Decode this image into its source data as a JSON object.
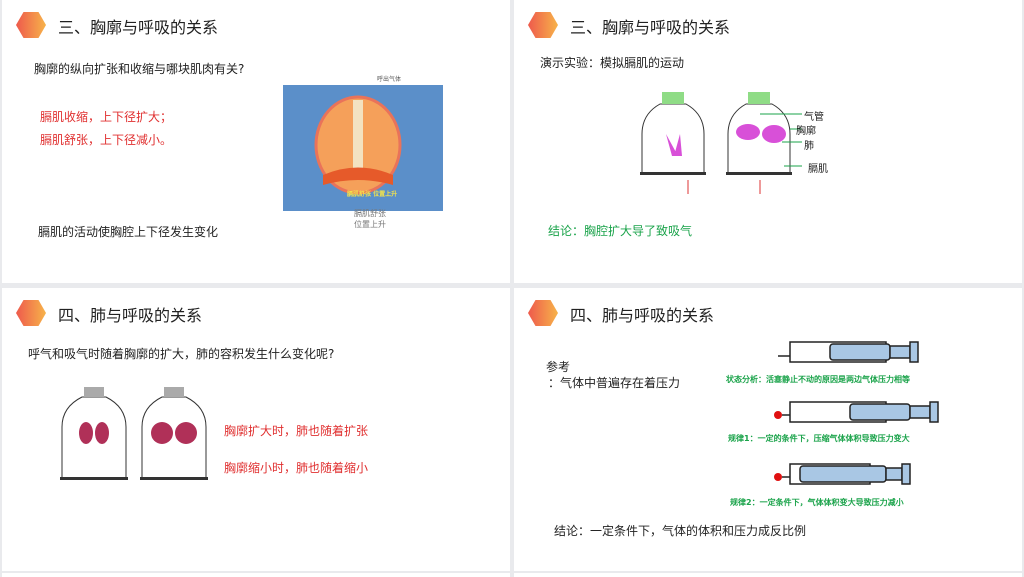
{
  "slides": [
    {
      "title": "三、胸廓与呼吸的关系",
      "question": "胸廓的纵向扩张和收缩与哪块肌肉有关?",
      "points": [
        "膈肌收缩，上下径扩大；",
        "膈肌舒张，上下径减小。"
      ],
      "summary": "膈肌的活动使胸腔上下径发生变化",
      "image_labels": {
        "top": "呼出气体",
        "inner": "膈肌舒张 位置上升",
        "below_1": "膈肌舒张",
        "below_2": "位置上升"
      }
    },
    {
      "title": "三、胸廓与呼吸的关系",
      "subtitle": "演示实验：模拟膈肌的运动",
      "labels": [
        "气管",
        "胸廓",
        "肺",
        "膈肌"
      ],
      "conclusion": "结论：胸腔扩大导了致吸气"
    },
    {
      "title": "四、肺与呼吸的关系",
      "question": "呼气和吸气时随着胸廓的扩大，肺的容积发生什么变化呢?",
      "points": [
        "胸廓扩大时，肺也随着扩张",
        "胸廓缩小时，肺也随着缩小"
      ]
    },
    {
      "title": "四、肺与呼吸的关系",
      "ref_label": "参考",
      "ref_text": "：气体中普遍存在着压力",
      "captions": [
        "状态分析：活塞静止不动的原因是两边气体压力相等",
        "规律1：一定的条件下，压缩气体体积导致压力变大",
        "规律2：一定条件下，气体体积变大导致压力减小"
      ],
      "conclusion": "结论：一定条件下，气体的体积和压力成反比例"
    }
  ]
}
